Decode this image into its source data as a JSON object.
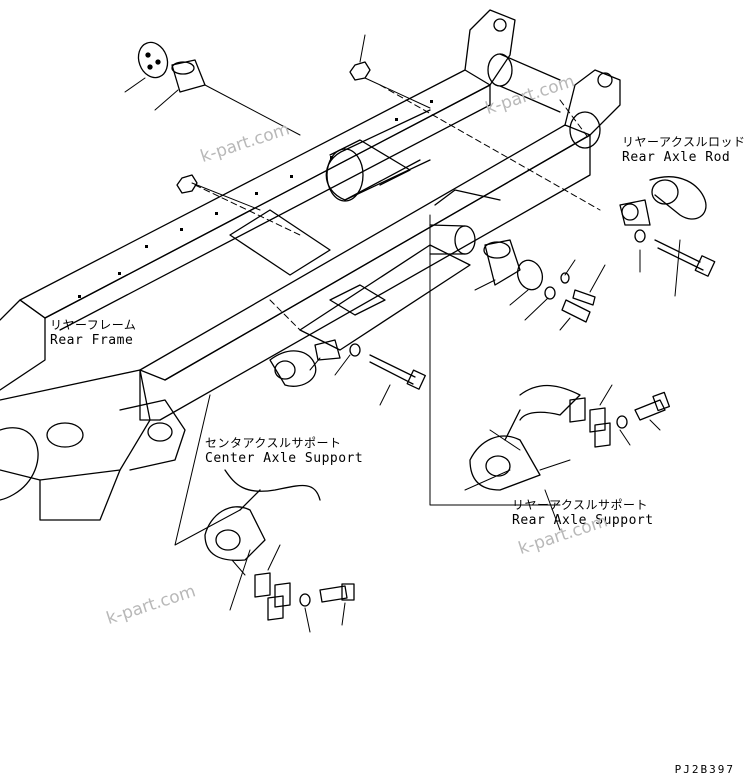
{
  "labels": {
    "rear_axle_rod_jp": "リヤーアクスルロッド",
    "rear_axle_rod_en": "Rear Axle Rod",
    "rear_frame_jp": "リヤーフレーム",
    "rear_frame_en": "Rear Frame",
    "center_axle_support_jp": "センタアクスルサポート",
    "center_axle_support_en": "Center Axle Support",
    "rear_axle_support_jp": "リヤーアクスルサポート",
    "rear_axle_support_en": "Rear Axle Support"
  },
  "watermark": "k-part.com",
  "drawing_code": "PJ2B397",
  "colors": {
    "line": "#000000",
    "watermark": "#b8b8b8",
    "background": "#ffffff"
  }
}
